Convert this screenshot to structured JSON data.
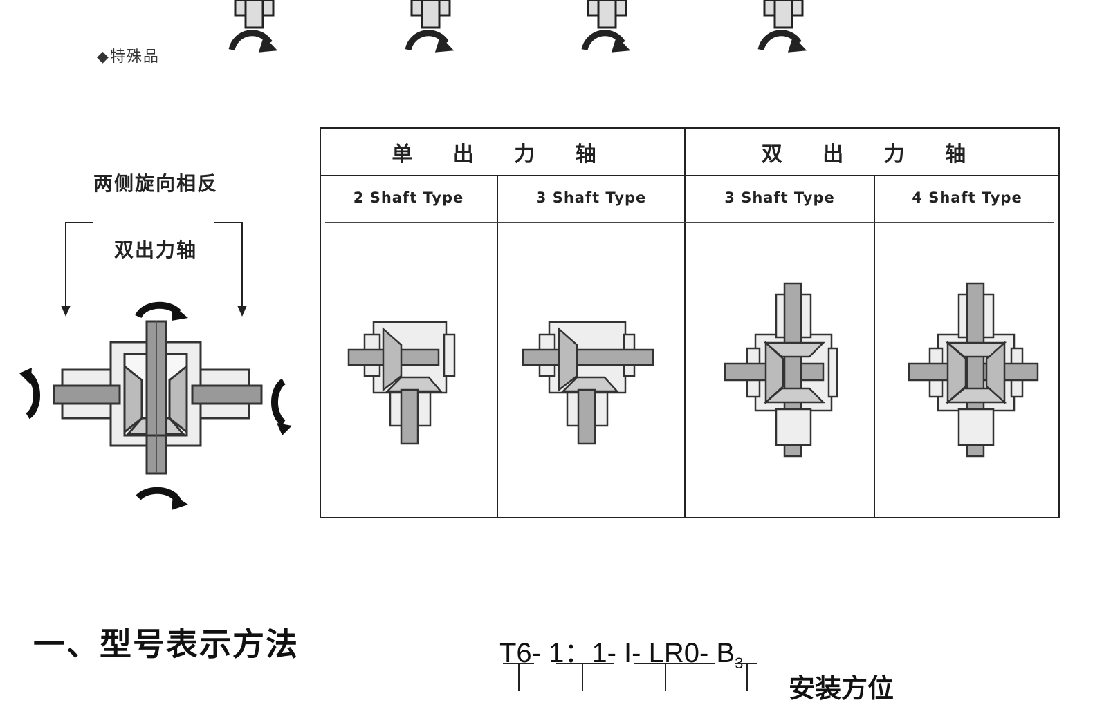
{
  "top_note": "◆特殊品",
  "left_figure": {
    "title": "两侧旋向相反",
    "subtitle": "双出力轴"
  },
  "table": {
    "groups": [
      "单 出 力 轴",
      "双 出 力 轴"
    ],
    "columns": [
      "2  Shaft Type",
      "3  Shaft Type",
      "3  Shaft Type",
      "4  Shaft Type"
    ]
  },
  "section": {
    "title": "一、型号表示方法",
    "model_code_main": "T6- 1：1- I- LR0- B",
    "model_code_sub": "3",
    "install_label": "安装方位"
  }
}
